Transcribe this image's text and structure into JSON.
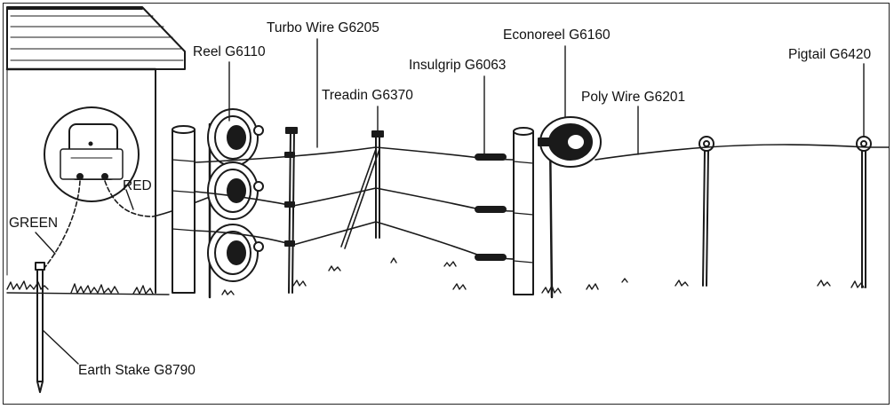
{
  "labels": {
    "reel": "Reel G6110",
    "turbo_wire": "Turbo Wire G6205",
    "treadin": "Treadin G6370",
    "insulgrip": "Insulgrip G6063",
    "econoreel": "Econoreel G6160",
    "poly_wire": "Poly Wire G6201",
    "pigtail": "Pigtail G6420",
    "red": "RED",
    "green": "GREEN",
    "earth_stake": "Earth Stake G8790"
  }
}
